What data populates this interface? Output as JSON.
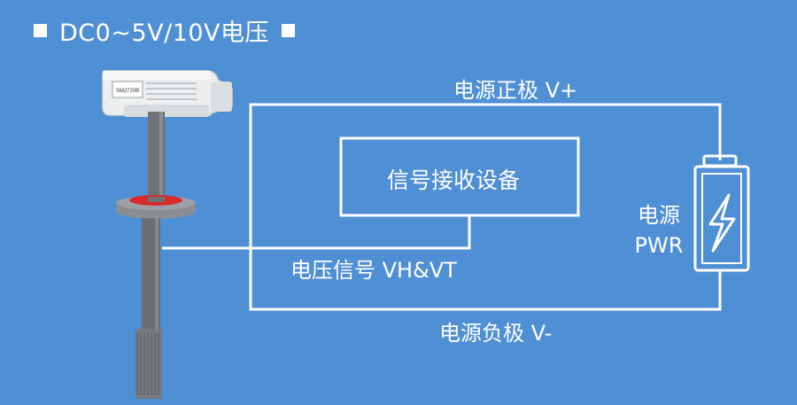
{
  "title": "DC0~5V/10V电压",
  "labels": {
    "positive": "电源正极 V+",
    "negative": "电源负极 V-",
    "signal": "电压信号 VH&VT",
    "receiver": "信号接收设备",
    "power_line1": "电源",
    "power_line2": "PWR"
  },
  "device": {
    "model_text": "SM2720B"
  },
  "colors": {
    "background": "#4f8fd4",
    "wire": "#ffffff",
    "device_body": "#6a6e73",
    "device_head": "#e8e8e8",
    "flange_ring": "#d92b2b"
  }
}
